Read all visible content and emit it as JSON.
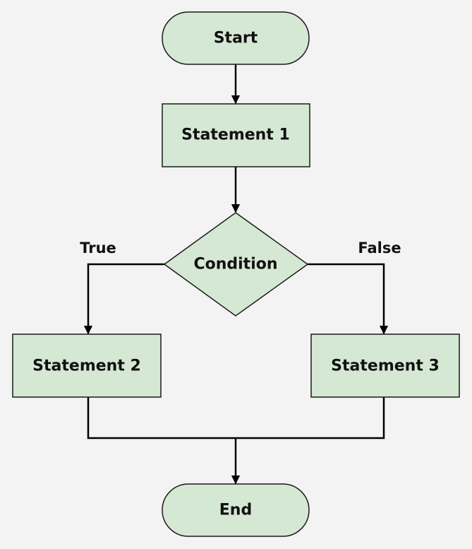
{
  "colors": {
    "node_fill": "#d5e8d4",
    "node_stroke": "#1a1a1a",
    "edge": "#000000",
    "background": "#f3f3f3"
  },
  "nodes": {
    "start": "Start",
    "statement1": "Statement 1",
    "condition": "Condition",
    "statement2": "Statement 2",
    "statement3": "Statement 3",
    "end": "End"
  },
  "edges": {
    "true_label": "True",
    "false_label": "False"
  }
}
